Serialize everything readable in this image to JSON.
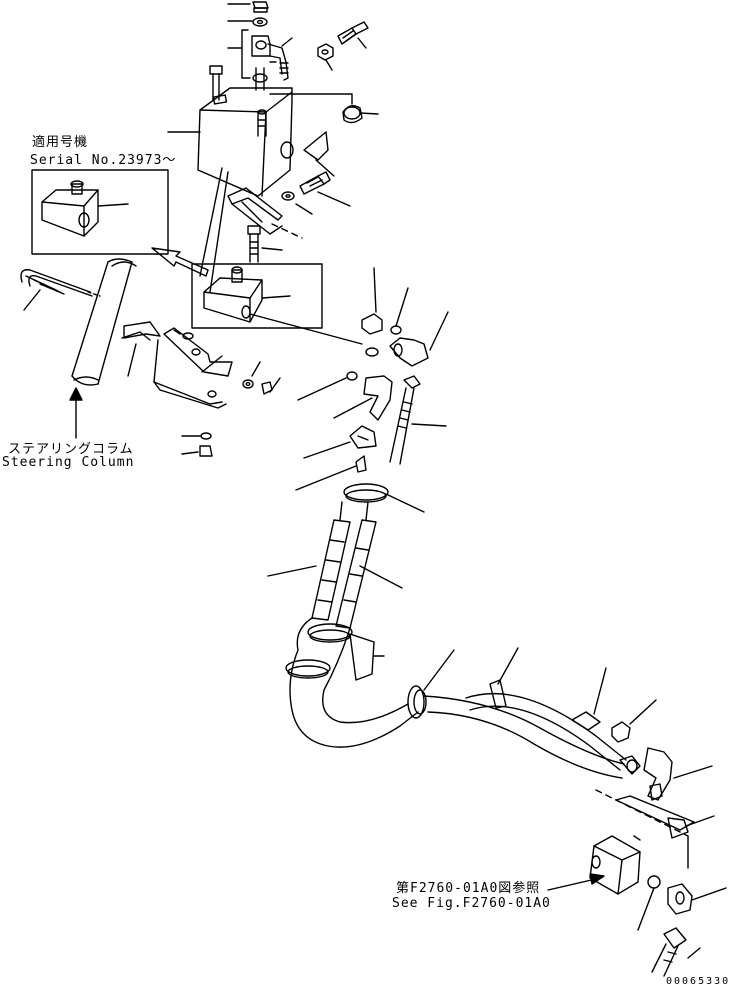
{
  "labels": {
    "serial_jp": "適用号機",
    "serial_en": "Serial No.23973～",
    "column_jp": "ステアリングコラム",
    "column_en": "Steering Column",
    "ref_jp": "第F2760-01A0図参照",
    "ref_en": "See Fig.F2760-01A0",
    "drawing_no": "00065330"
  },
  "colors": {
    "line": "#000000",
    "background": "#ffffff"
  }
}
